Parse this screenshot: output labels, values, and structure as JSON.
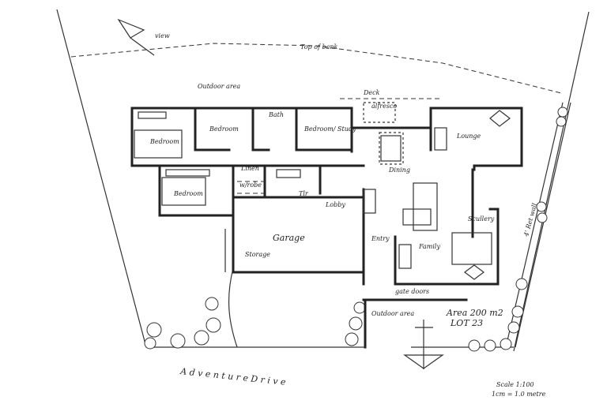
{
  "plan": {
    "view_label": "view",
    "top_of_bank": "Top of bank",
    "outdoor_area_top": "Outdoor area",
    "deck": "Deck",
    "alfresco": "alfresco",
    "rooms": {
      "bedroom_1": "Bedroom",
      "bedroom_2": "Bedroom",
      "bath": "Bath",
      "bedroom_study": "Bedroom/ Study",
      "bedroom_3": "Bedroom",
      "linen": "Linen",
      "laundry": "w/robe",
      "wc": "Tlr",
      "lobby": "Lobby",
      "dining": "Dining",
      "lounge": "Lounge",
      "scullery": "Scullery",
      "garage": "Garage",
      "garage_storage": "Storage",
      "entry": "Entry",
      "family": "Family",
      "gate_doors": "gate doors",
      "outdoor_area_front": "Outdoor area"
    },
    "area_text": "Area 200 m2",
    "lot_text": "LOT 23",
    "retaining_wall": "4' Ret wall",
    "street": "A d v e n t u r e   D r i v e",
    "scale": "Scale 1:100",
    "scale_note": "1cm = 1.0 metre"
  }
}
